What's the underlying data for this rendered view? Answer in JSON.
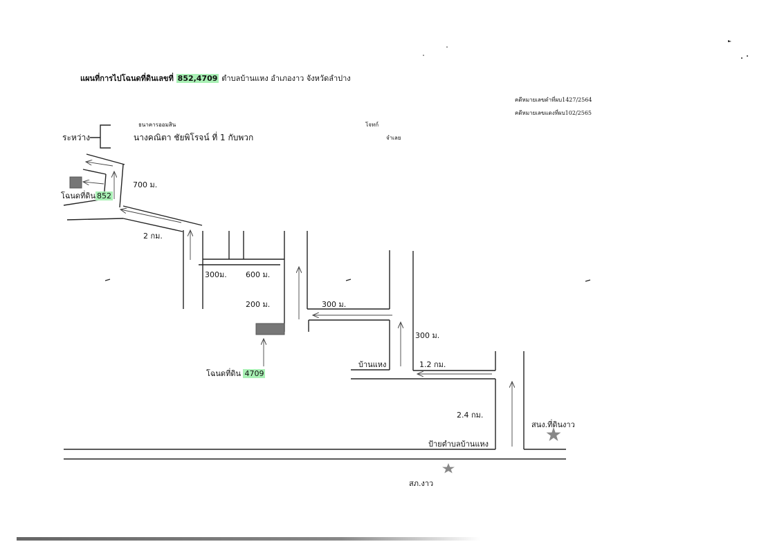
{
  "title": {
    "prefix": "แผนที่การไปโฉนดที่ดินเลขที่",
    "deed_numbers": "852,4709",
    "suffix": "ตำบลบ้านแหง อำเภองาว  จังหวัดลำปาง"
  },
  "case_refs": {
    "black_case": "คดีหมายเลขดำที่ผบ1427/2564",
    "red_case": "คดีหมายเลขแดงที่ผบ102/2565"
  },
  "parties": {
    "between_label": "ระหว่าง",
    "plaintiff_label": "ธนาคารออมสิน",
    "plaintiff_role": "โจทก์",
    "defendant_label": "นางคณิตา  ชัยพิโรจน์    ที่ 1  กับพวก",
    "defendant_role": "จำเลย"
  },
  "map": {
    "deed_852": {
      "prefix": "โฉนดที่ดิน",
      "number": "852"
    },
    "deed_4709": {
      "prefix": "โฉนดที่ดิน",
      "number": "4709"
    },
    "distances": {
      "d700m": "700 ม.",
      "d2km": "2 กม.",
      "d300m_a": "300ม.",
      "d600m": "600 ม.",
      "d200m": "200 ม.",
      "d300m_b": "300 ม.",
      "d300m_c": "300  ม.",
      "d1_2km": "1.2 กม.",
      "d2_4km": "2.4 กม."
    },
    "places": {
      "ban_haeng": "บ้านแหง",
      "land_office": "สนง.ที่ดินงาว",
      "subdistrict_sign": "ป้ายตำบลบ้านแหง",
      "police_station": "สภ.งาว"
    }
  },
  "colors": {
    "highlight": "#a8f0b4",
    "line": "#222222",
    "marker": "#777777",
    "star": "#888888"
  }
}
